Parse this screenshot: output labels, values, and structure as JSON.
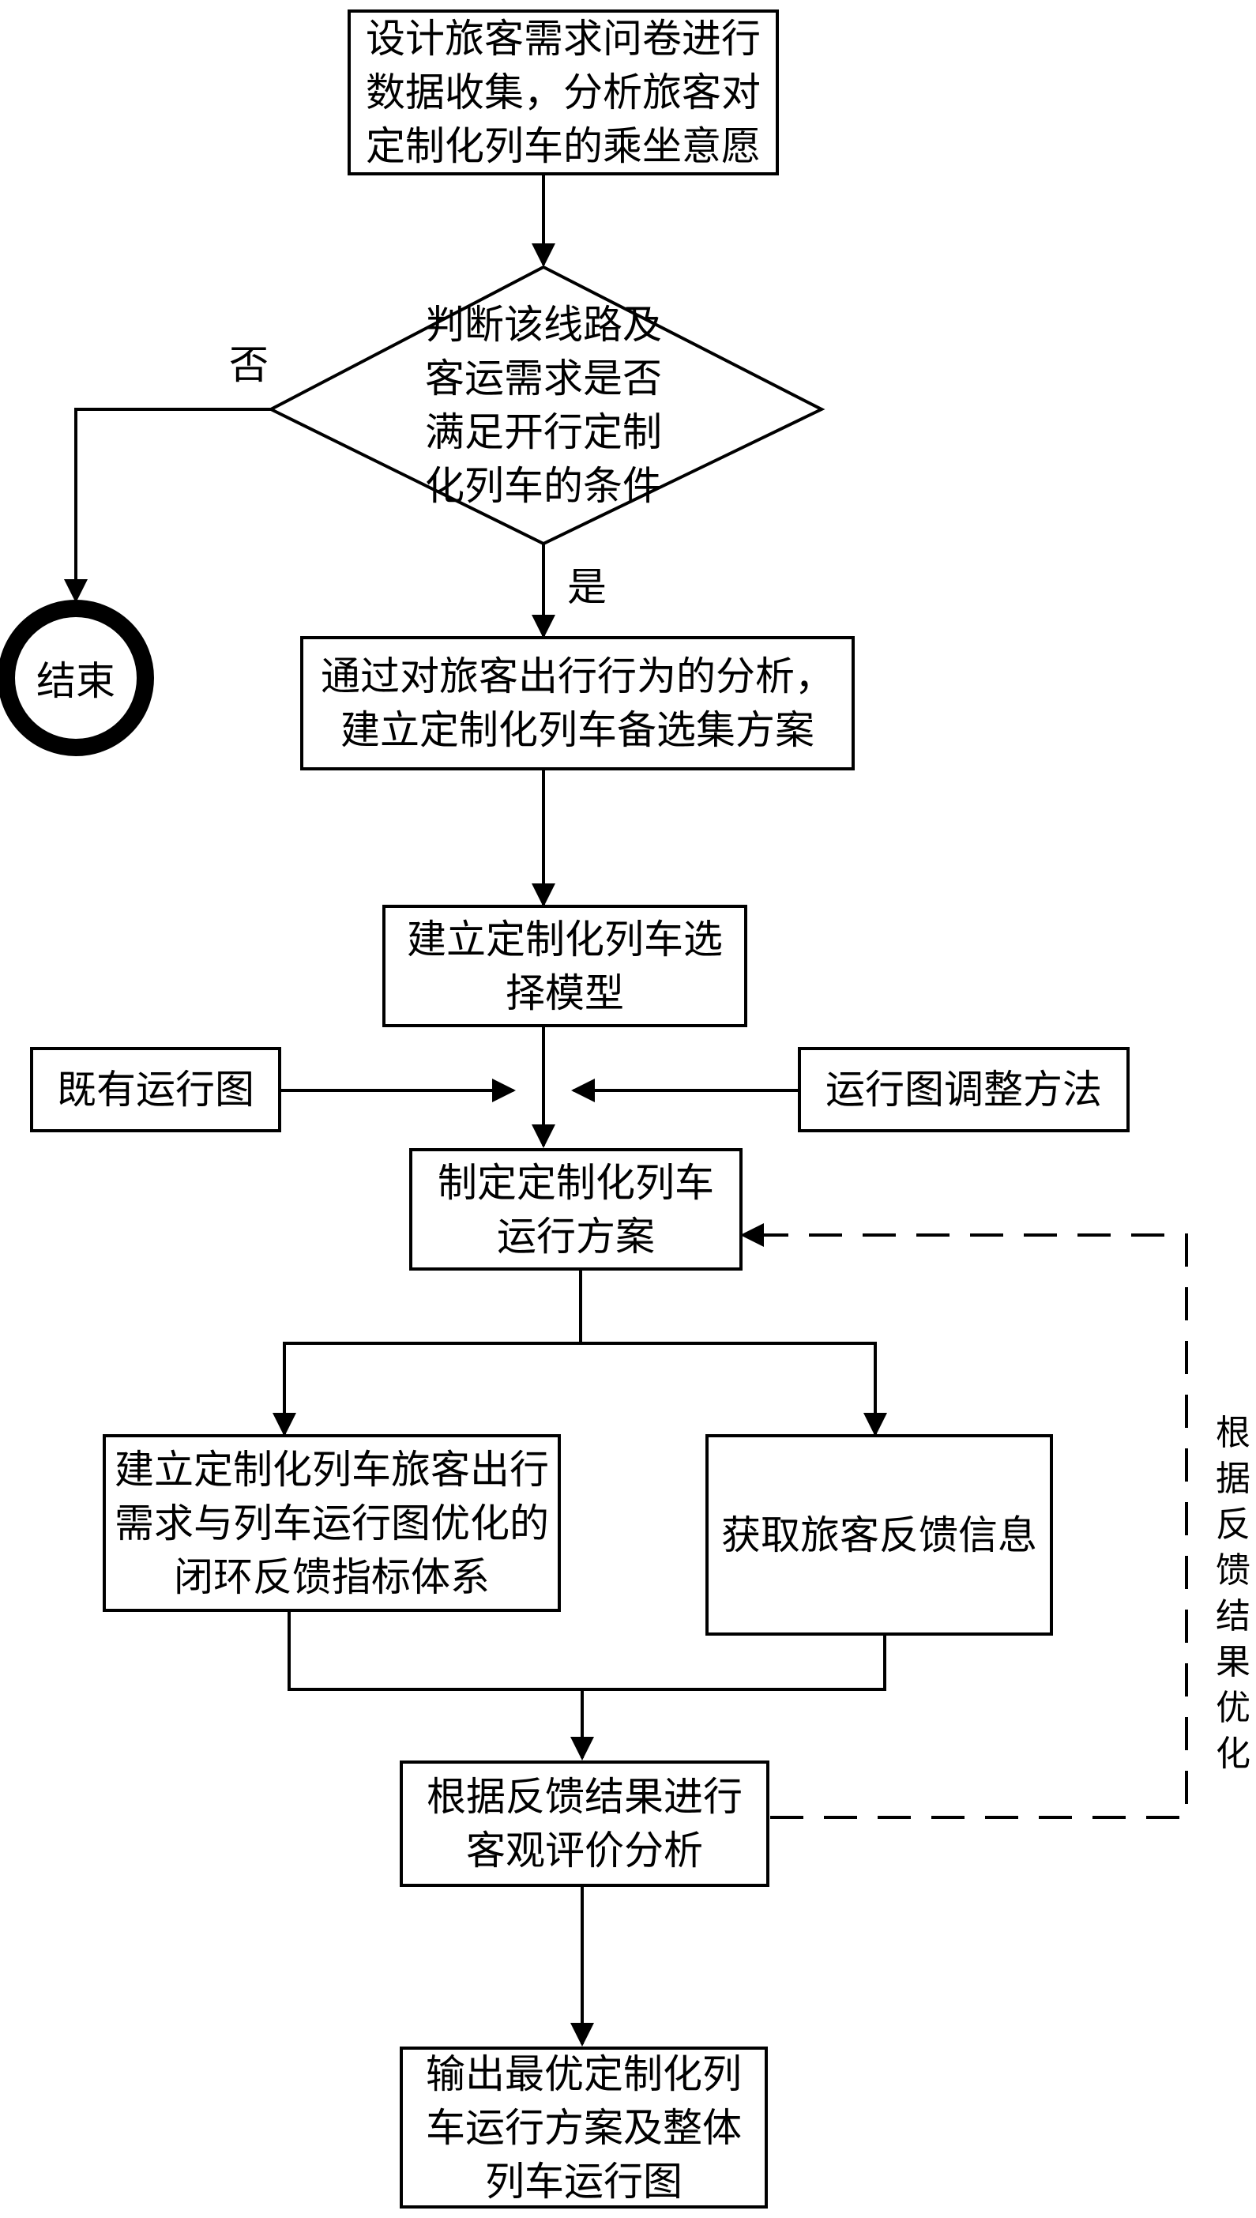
{
  "nodes": {
    "survey": {
      "lines": [
        "设计旅客需求问卷进行",
        "数据收集，分析旅客对",
        "定制化列车的乘坐意愿"
      ]
    },
    "decision": {
      "lines": [
        "判断该线路及",
        "客运需求是否",
        "满足开行定制",
        "化列车的条件"
      ]
    },
    "end": {
      "label": "结束"
    },
    "candidate": {
      "lines": [
        "通过对旅客出行行为的分析，",
        "建立定制化列车备选集方案"
      ]
    },
    "selection_model": {
      "lines": [
        "建立定制化列车选",
        "择模型"
      ]
    },
    "existing_graph": {
      "label": "既有运行图"
    },
    "adjust_method": {
      "label": "运行图调整方法"
    },
    "operation_plan": {
      "lines": [
        "制定定制化列车",
        "运行方案"
      ]
    },
    "feedback_system": {
      "lines": [
        "建立定制化列车旅客出行",
        "需求与列车运行图优化的",
        "闭环反馈指标体系"
      ]
    },
    "get_feedback": {
      "label": "获取旅客反馈信息"
    },
    "evaluation": {
      "lines": [
        "根据反馈结果进行",
        "客观评价分析"
      ]
    },
    "output": {
      "lines": [
        "输出最优定制化列",
        "车运行方案及整体",
        "列车运行图"
      ]
    }
  },
  "edge_labels": {
    "no": "否",
    "yes": "是",
    "loop": [
      "根",
      "据",
      "反",
      "馈",
      "结",
      "果",
      "优",
      "化"
    ]
  }
}
